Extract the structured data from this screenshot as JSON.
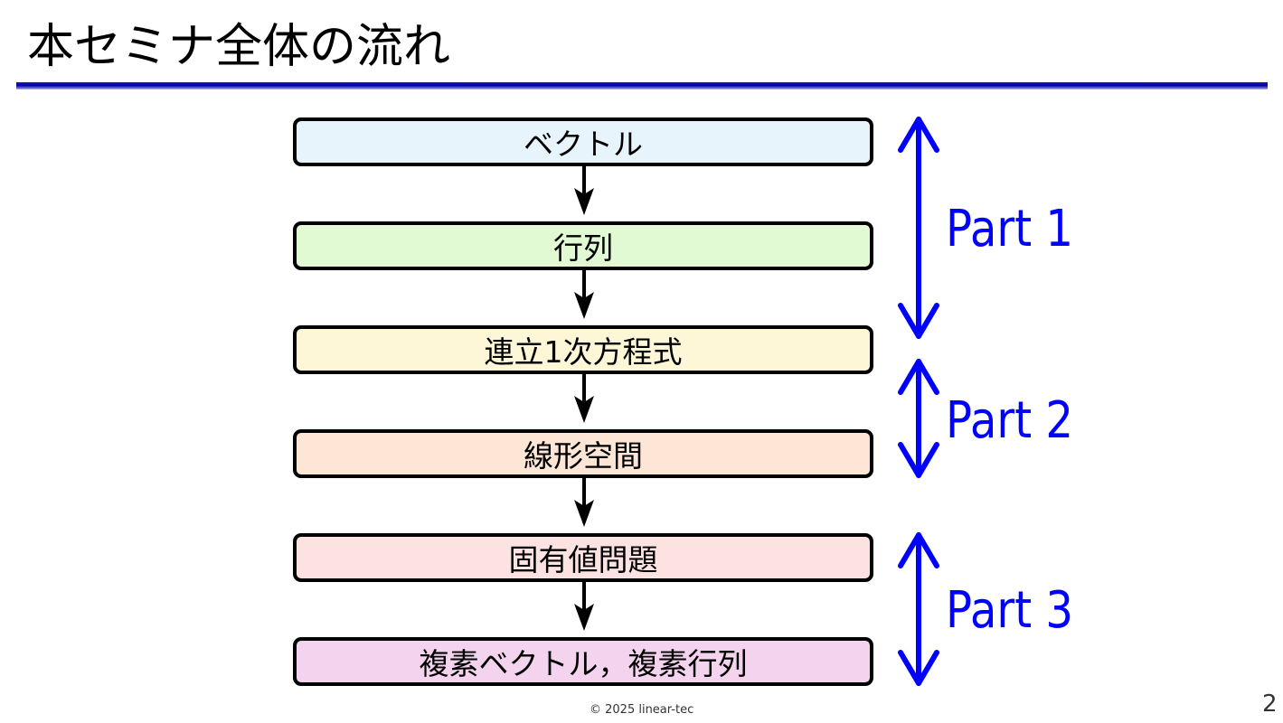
{
  "slide": {
    "title": "本セミナ全体の流れ",
    "footer": "© 2025 linear-tec",
    "page_number": "2"
  },
  "flow": {
    "boxes": [
      {
        "label": "ベクトル",
        "fill": "#e8f4fc"
      },
      {
        "label": "行列",
        "fill": "#e2fad4"
      },
      {
        "label": "連立1次方程式",
        "fill": "#fdf7d8"
      },
      {
        "label": "線形空間",
        "fill": "#fde6d6"
      },
      {
        "label": "固有値問題",
        "fill": "#fde2e2"
      },
      {
        "label": "複素ベクトル，複素行列",
        "fill": "#f3d3ee"
      }
    ]
  },
  "parts": [
    {
      "label": "Part 1",
      "from_step": 1,
      "to_step": 3
    },
    {
      "label": "Part 2",
      "from_step": 3,
      "to_step": 4
    },
    {
      "label": "Part 3",
      "from_step": 5,
      "to_step": 6
    }
  ],
  "colors": {
    "part_arrow": "#0000ff",
    "flow_arrow": "#000000",
    "title_rule": "#0000a0"
  }
}
